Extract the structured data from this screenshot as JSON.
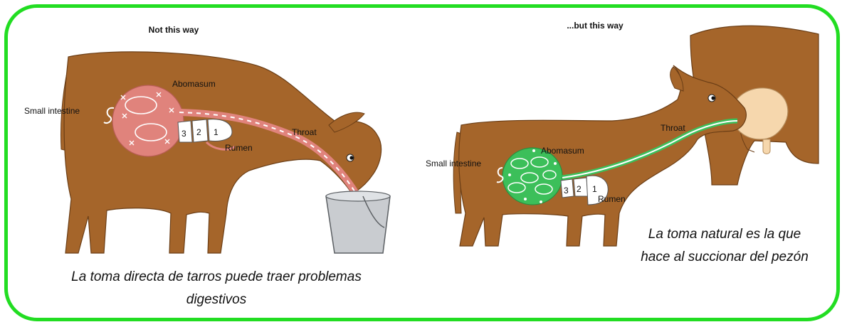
{
  "left_panel": {
    "title": "Not this way",
    "labels": {
      "small_intestine": "Small intestine",
      "abomasum": "Abomasum",
      "throat": "Throat",
      "rumen": "Rumen",
      "stomach_3": "3",
      "stomach_2": "2",
      "stomach_1": "1"
    },
    "caption_line1": "La toma directa de tarros puede traer problemas",
    "caption_line2": "digestivos"
  },
  "right_panel": {
    "title": "...but this way",
    "labels": {
      "small_intestine": "Small intestine",
      "abomasum": "Abomasum",
      "throat": "Throat",
      "rumen": "Rumen",
      "stomach_3": "3",
      "stomach_2": "2",
      "stomach_1": "1"
    },
    "caption_line1": "La toma natural es la que",
    "caption_line2": "hace al succionar del pezón"
  },
  "colors": {
    "border": "#22dd22",
    "calf_body": "#a5652a",
    "abomasum_wrong": "#e0837c",
    "abomasum_right": "#3cbf5a",
    "udder": "#f6d7ad",
    "bucket": "#c9ccd0"
  },
  "icons": [
    "calf-drinking-bucket-illustration",
    "calf-suckling-udder-illustration",
    "bucket-icon",
    "udder-icon"
  ]
}
